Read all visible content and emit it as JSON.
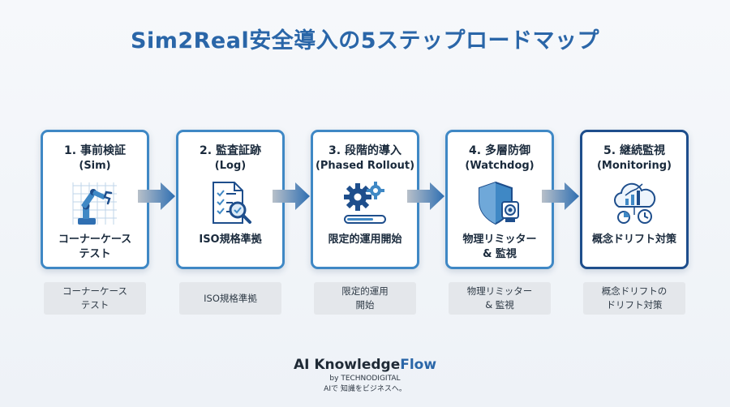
{
  "title": "Sim2Real安全導入の5ステップロードマップ",
  "steps": [
    {
      "number": "1. 事前検証",
      "sub": "(Sim)",
      "label_lines": [
        "コーナーケース",
        "テスト"
      ],
      "icon": "robot-arm-icon",
      "note_lines": [
        "コーナーケース",
        "テスト"
      ]
    },
    {
      "number": "2. 監査証跡",
      "sub": "(Log)",
      "label_lines": [
        "ISO規格準拠"
      ],
      "icon": "checklist-magnifier-icon",
      "note_lines": [
        "ISO規格準拠"
      ]
    },
    {
      "number": "3. 段階的導入",
      "sub": "(Phased Rollout)",
      "label_lines": [
        "限定的運用開始"
      ],
      "icon": "gears-progress-icon",
      "note_lines": [
        "限定的運用",
        "開始"
      ]
    },
    {
      "number": "4. 多層防御",
      "sub": "(Watchdog)",
      "label_lines": [
        "物理リミッター",
        "& 監視"
      ],
      "icon": "shield-camera-icon",
      "note_lines": [
        "物理リミッター",
        "& 監視"
      ]
    },
    {
      "number": "5. 継続監視",
      "sub": "(Monitoring)",
      "label_lines": [
        "概念ドリフト対策"
      ],
      "icon": "cloud-analytics-icon",
      "note_lines": [
        "概念ドリフトの",
        "ドリフト対策"
      ]
    }
  ],
  "brand": {
    "name_prefix": "AI Knowledge",
    "name_suffix": "Flow",
    "by": "by TECHNODIGITAL",
    "tagline": "AIで 知識をビジネスへ。"
  },
  "colors": {
    "accent": "#2a66a8",
    "border": "#3f88c5",
    "border_dark": "#1e4e8c",
    "arrow": "#9aa4b0"
  }
}
